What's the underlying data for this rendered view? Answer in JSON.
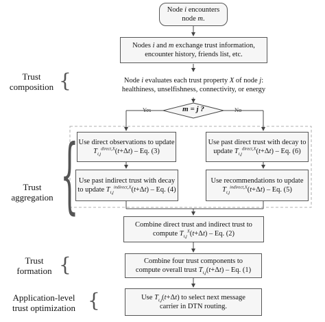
{
  "boxes": {
    "start": [
      "Node i encounters",
      "node m."
    ],
    "exchange": [
      "Nodes i and m exchange trust information,",
      "encounter history, friends list, etc."
    ],
    "evaluate": [
      "Node i evaluates each trust property X of node j:",
      "healthiness, unselfishness, connectivity, or energy"
    ],
    "decision": "m = j ?",
    "direct_obs": [
      "Use direct observations to update",
      "T_ij^direct,X(t+Δt) – Eq. (3)"
    ],
    "past_direct": [
      "Use past direct trust with decay to",
      "update T_ij^direct,X(t+Δt) – Eq. (6)"
    ],
    "past_indirect": [
      "Use past indirect trust with decay",
      "to update T_ij^indirect,X(t+Δt) – Eq. (4)"
    ],
    "recommend": [
      "Use recommendations to update",
      "T_ij^indirect,X(t+Δt) – Eq. (5)"
    ],
    "combine": [
      "Combine direct trust and indirect trust to",
      "compute T_ij^X(t+Δt) – Eq. (2)"
    ],
    "overall": [
      "Combine four trust components to",
      "compute overall trust T_ij(t+Δt) – Eq. (1)"
    ],
    "application": [
      "Use T_ij(t+Δt) to select next message",
      "carrier in DTN routing."
    ]
  },
  "branch": {
    "yes": "Yes",
    "no": "No"
  },
  "stages": {
    "composition": [
      "Trust",
      "composition"
    ],
    "aggregation": [
      "Trust",
      "aggregation"
    ],
    "formation": [
      "Trust",
      "formation"
    ],
    "application": [
      "Application-level",
      "trust optimization"
    ]
  }
}
